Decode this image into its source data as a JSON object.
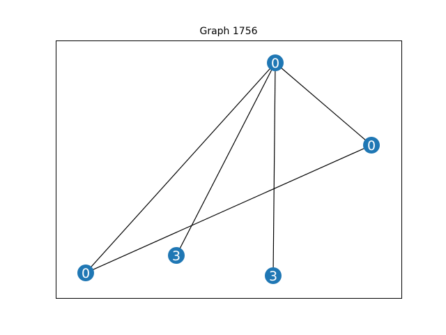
{
  "title": "Graph 1756",
  "colors": {
    "node_fill": "#1f77b4",
    "node_label": "#ffffff",
    "edge": "#000000",
    "frame": "#000000",
    "background": "#ffffff"
  },
  "graph": {
    "nodes": [
      {
        "id": "n1",
        "label": "0"
      },
      {
        "id": "n2",
        "label": "0"
      },
      {
        "id": "n3",
        "label": "0"
      },
      {
        "id": "n4",
        "label": "3"
      },
      {
        "id": "n5",
        "label": "3"
      }
    ],
    "edges": [
      {
        "source": "n1",
        "target": "n3"
      },
      {
        "source": "n1",
        "target": "n4"
      },
      {
        "source": "n1",
        "target": "n5"
      },
      {
        "source": "n1",
        "target": "n2"
      },
      {
        "source": "n2",
        "target": "n3"
      }
    ]
  }
}
